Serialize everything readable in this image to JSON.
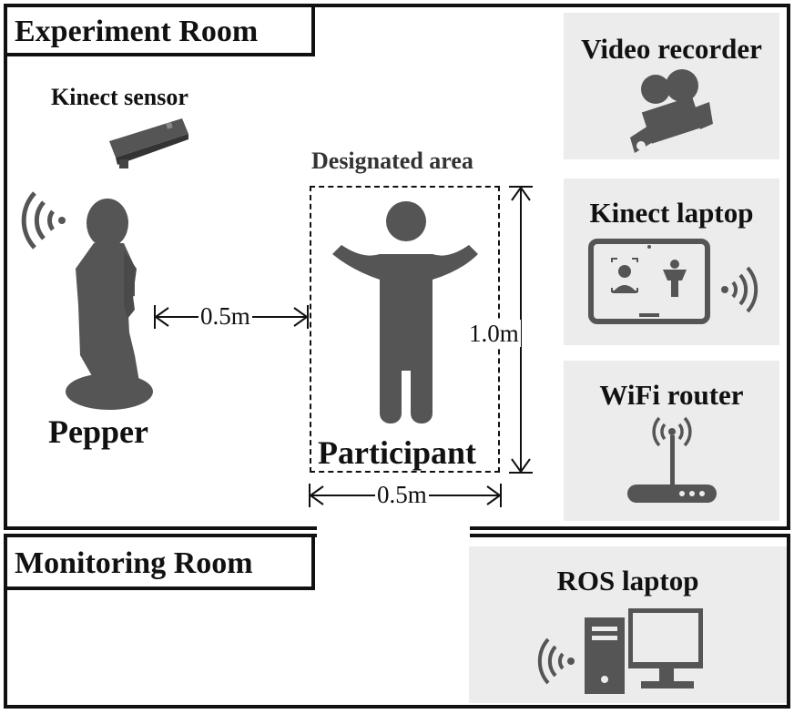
{
  "rooms": {
    "experiment": "Experiment Room",
    "monitoring": "Monitoring Room"
  },
  "devices": {
    "kinect_sensor": "Kinect sensor",
    "video_recorder": "Video recorder",
    "kinect_laptop": "Kinect laptop",
    "wifi_router": "WiFi router",
    "ros_laptop": "ROS laptop"
  },
  "people": {
    "robot": "Pepper",
    "participant": "Participant"
  },
  "area": {
    "label": "Designated area",
    "width": "0.5m",
    "height": "1.0m"
  },
  "distance": "0.5m",
  "colors": {
    "icon": "#555555",
    "panel": "#ececec",
    "border": "#111111"
  }
}
